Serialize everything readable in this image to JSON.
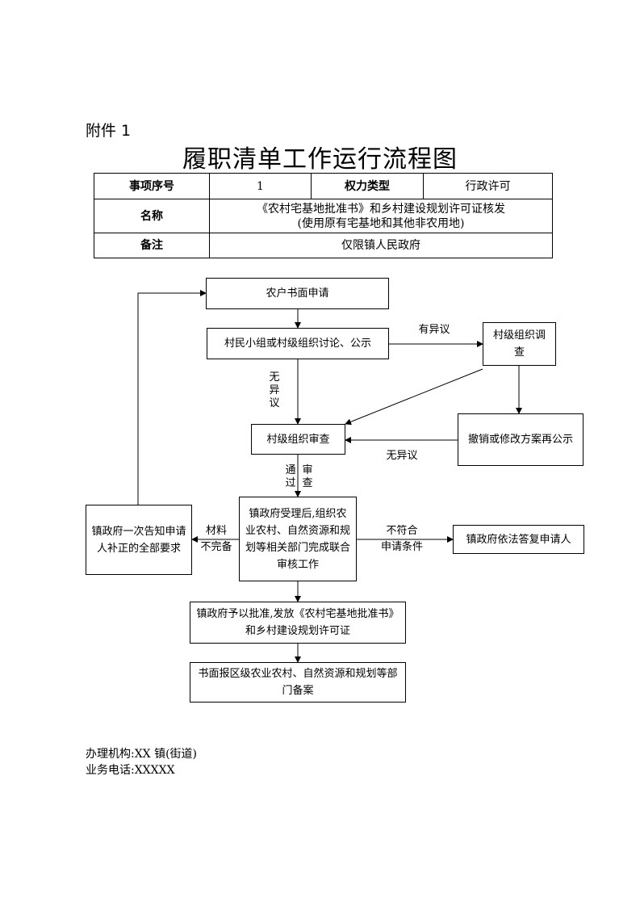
{
  "attachment": "附件 1",
  "title": "履职清单工作运行流程图",
  "info_table": {
    "item_no_label": "事项序号",
    "item_no_value": "1",
    "power_type_label": "权力类型",
    "power_type_value": "行政许可",
    "name_label": "名称",
    "name_value_line1": "《农村宅基地批准书》和乡村建设规划许可证核发",
    "name_value_line2": "(使用原有宅基地和其他非农用地)",
    "remark_label": "备注",
    "remark_value": "仅限镇人民政府"
  },
  "flow": {
    "box_apply": "农户书面申请",
    "box_discuss": "村民小组或村级组织讨论、公示",
    "box_investigate": "村级组织调查",
    "box_revoke": "撤销或修改方案再公示",
    "box_review": "村级组织审查",
    "box_accept": "镇政府受理后,组织农业农村、自然资源和规划等相关部门完成联合审核工作",
    "box_notify": "镇政府一次告知申请人补正的全部要求",
    "box_reply": "镇政府依法答复申请人",
    "box_approve": "镇政府予以批准,发放《农村宅基地批准书》和乡村建设规划许可证",
    "box_file": "书面报区级农业农村、自然资源和规划等部门备案",
    "label_objection": "有异议",
    "label_no_objection_vertical": "无异议",
    "label_no_objection": "无异议",
    "label_pass": "通过",
    "label_review": "审查",
    "label_materials": "材料",
    "label_incomplete": "不完备",
    "label_not_meet": "不符合",
    "label_conditions": "申请条件"
  },
  "footer": {
    "agency": "办理机构:XX 镇(街道)",
    "phone": "业务电话:XXXXX"
  }
}
